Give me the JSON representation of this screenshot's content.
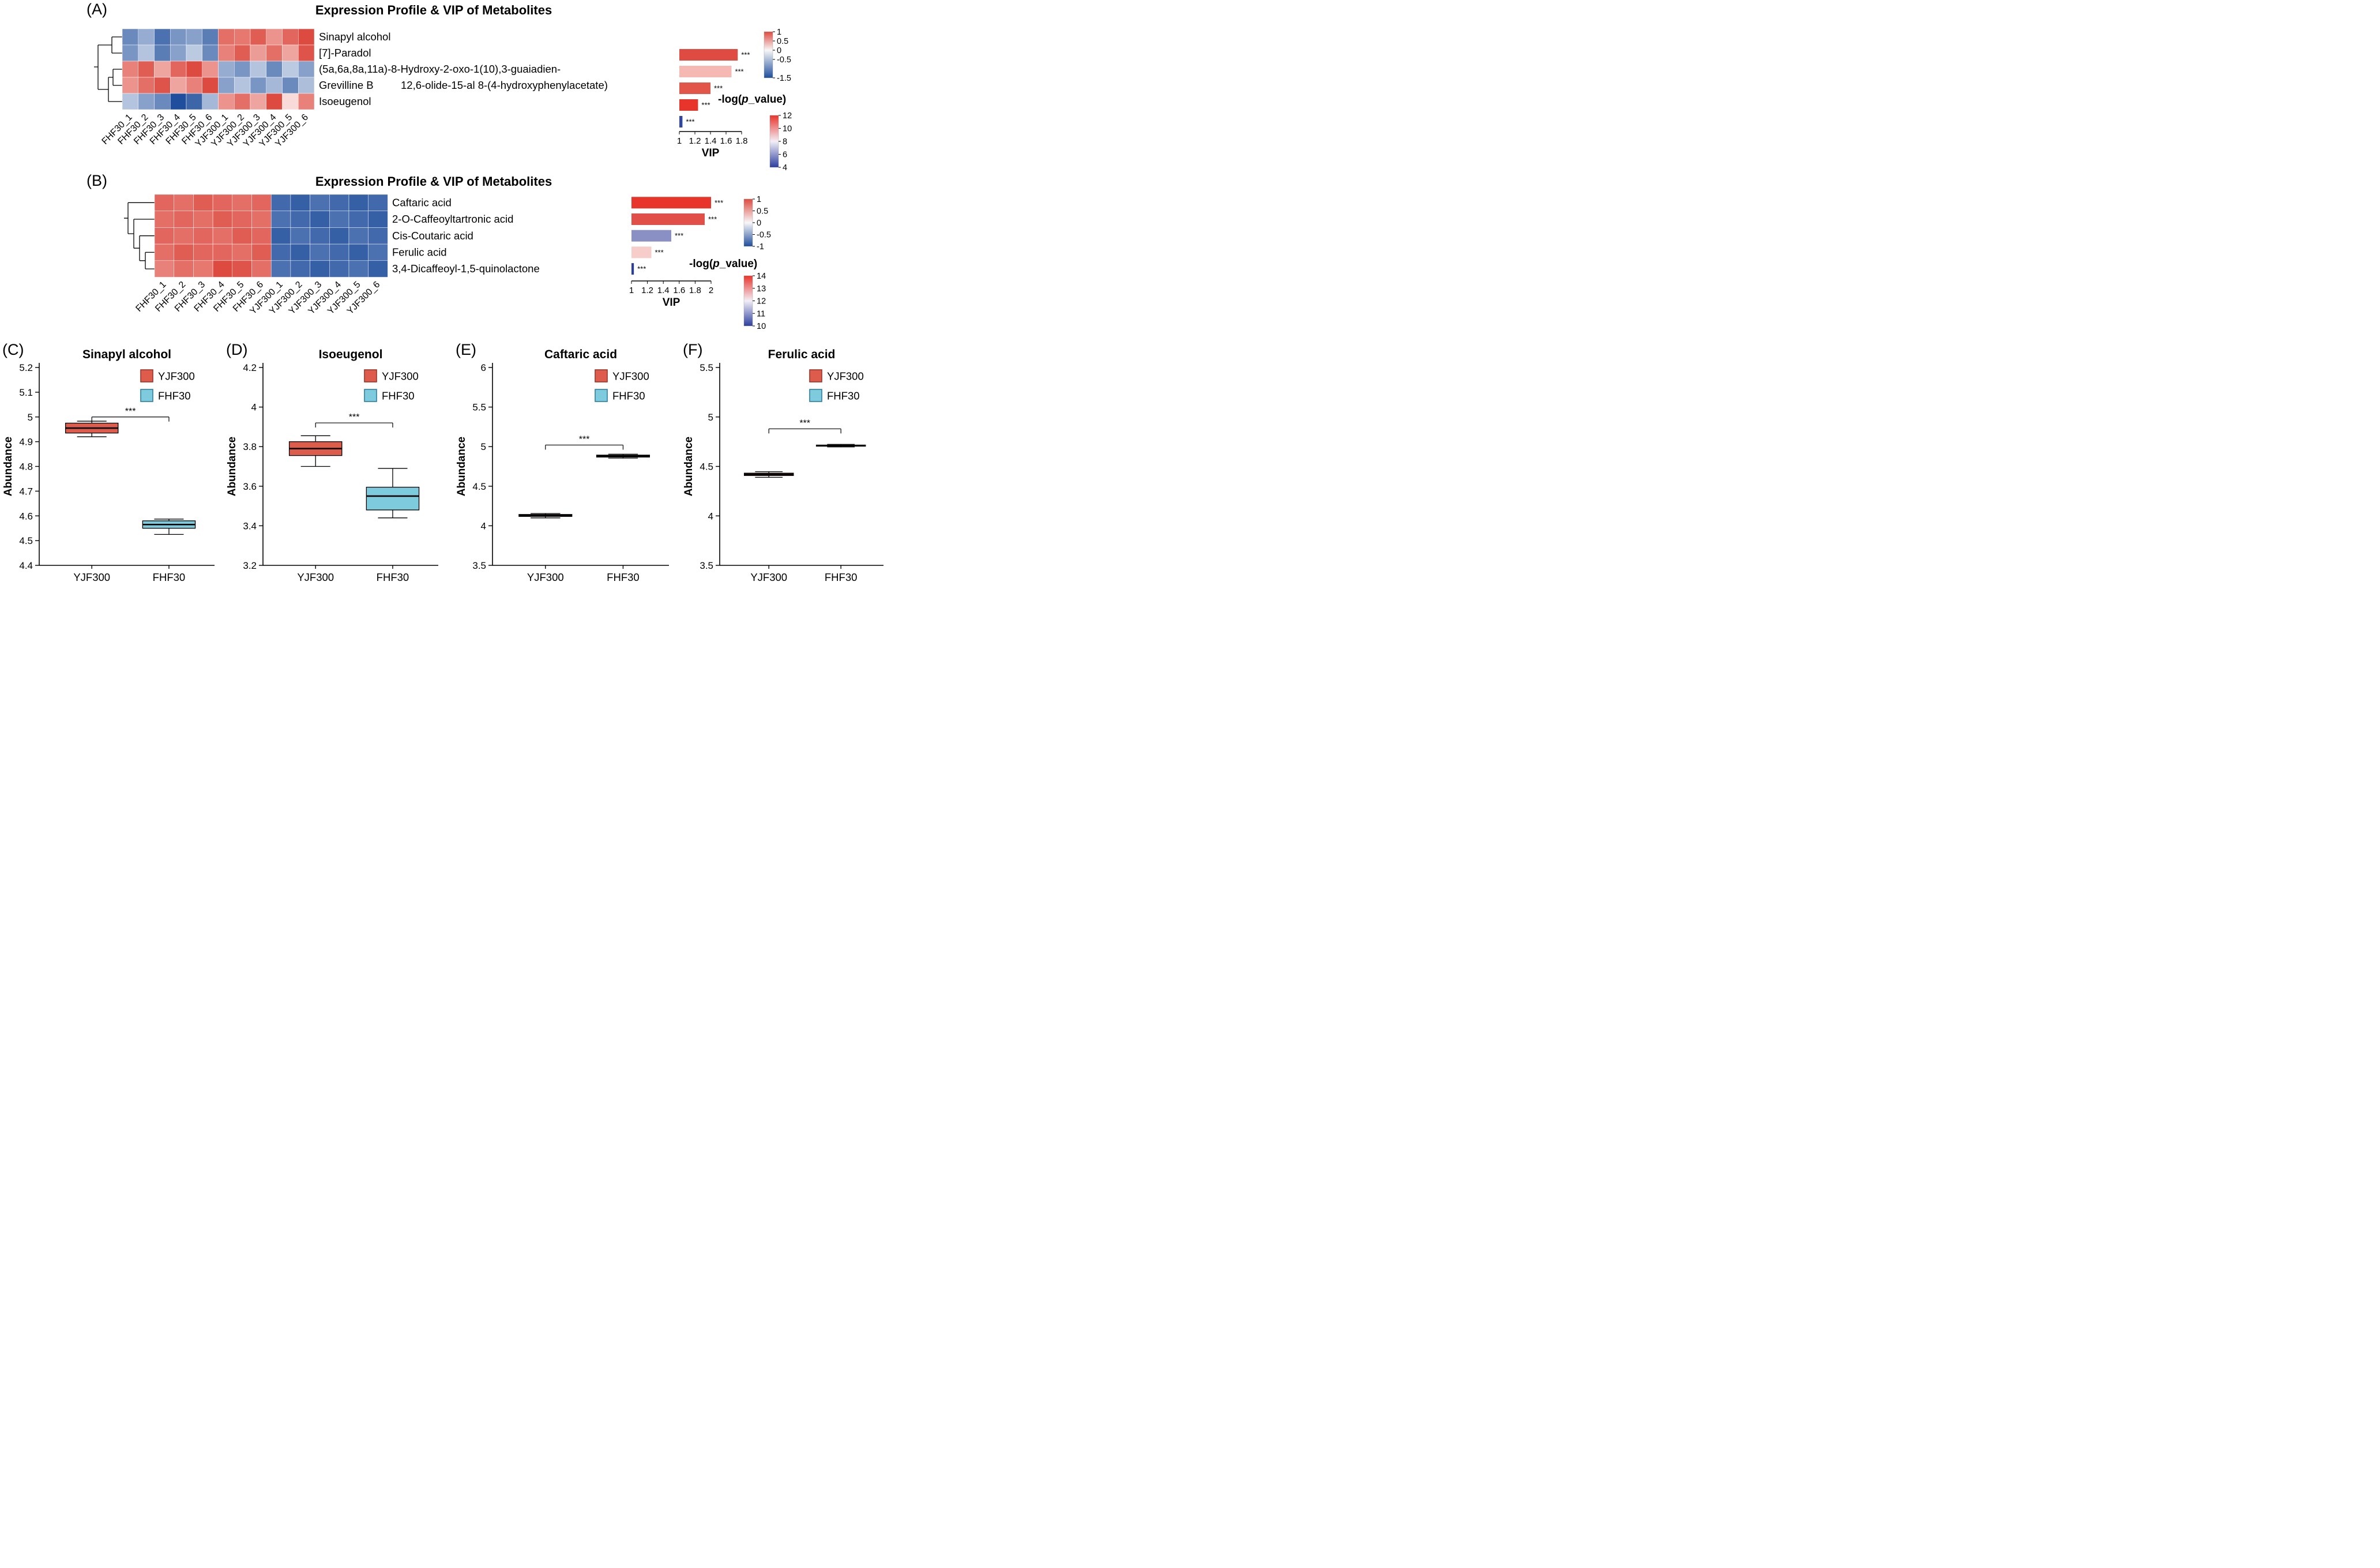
{
  "chart_data": [
    {
      "type": "heatmap",
      "panel": "A",
      "panel_label": "(A)",
      "title": "Expression Profile & VIP of Metabolites",
      "rows": [
        "Sinapyl alcohol",
        "[7]-Paradol",
        "(5a,6a,8a,11a)-8-Hydroxy-2-oxo-1(10),3-guaiadien-",
        "Grevilline B",
        "Isoeugenol"
      ],
      "row_note": "12,6-olide-15-al 8-(4-hydroxyphenylacetate)",
      "columns": [
        "FHF30_1",
        "FHF30_2",
        "FHF30_3",
        "FHF30_4",
        "FHF30_5",
        "FHF30_6",
        "YJF300_1",
        "YJF300_2",
        "YJF300_3",
        "YJF300_4",
        "YJF300_5",
        "YJF300_6"
      ],
      "values": [
        [
          -1.0,
          -0.7,
          -1.2,
          -0.9,
          -0.8,
          -1.1,
          0.8,
          0.75,
          0.9,
          0.6,
          0.85,
          1.0
        ],
        [
          -0.9,
          -0.5,
          -1.1,
          -0.8,
          -0.45,
          -1.0,
          0.7,
          0.9,
          0.55,
          0.8,
          0.5,
          0.95
        ],
        [
          0.7,
          0.9,
          0.5,
          0.85,
          1.0,
          0.6,
          -0.7,
          -0.9,
          -0.5,
          -1.0,
          -0.45,
          -0.8
        ],
        [
          0.6,
          0.8,
          0.95,
          0.5,
          0.7,
          1.0,
          -0.8,
          -0.5,
          -0.9,
          -0.6,
          -1.0,
          -0.55
        ],
        [
          -0.5,
          -0.8,
          -1.0,
          -1.5,
          -1.3,
          -0.6,
          0.6,
          0.8,
          0.5,
          1.0,
          0.2,
          0.7
        ]
      ],
      "scale": {
        "max": 1,
        "min": -1.5,
        "ticks": [
          "1",
          "0.5",
          "0",
          "-0.5",
          "-1.5"
        ],
        "tick_values": [
          1,
          0.5,
          0,
          -0.5,
          -1.5
        ]
      },
      "vip": {
        "xlabel": "VIP",
        "sig": "***",
        "ticks": [
          "1",
          "1.2",
          "1.4",
          "1.6",
          "1.8"
        ],
        "tick_values": [
          1,
          1.2,
          1.4,
          1.6,
          1.8
        ],
        "bars": [
          {
            "value": 1.75,
            "color": "#e04b41"
          },
          {
            "value": 1.67,
            "color": "#f5b8b2"
          },
          {
            "value": 1.4,
            "color": "#e25549"
          },
          {
            "value": 1.24,
            "color": "#e8352b"
          },
          {
            "value": 1.04,
            "color": "#31479e"
          }
        ],
        "pvalue_label": "-log(p_value)",
        "pvalue_ticks": [
          "12",
          "10",
          "8",
          "6",
          "4"
        ]
      }
    },
    {
      "type": "heatmap",
      "panel": "B",
      "panel_label": "(B)",
      "title": "Expression Profile & VIP of Metabolites",
      "rows": [
        "Caftaric acid",
        "2-O-Caffeoyltartronic acid",
        "Cis-Coutaric acid",
        "Ferulic acid",
        "3,4-Dicaffeoyl-1,5-quinolactone"
      ],
      "columns": [
        "FHF30_1",
        "FHF30_2",
        "FHF30_3",
        "FHF30_4",
        "FHF30_5",
        "FHF30_6",
        "YJF300_1",
        "YJF300_2",
        "YJF300_3",
        "YJF300_4",
        "YJF300_5",
        "YJF300_6"
      ],
      "values": [
        [
          0.85,
          0.8,
          0.9,
          0.85,
          0.8,
          0.85,
          -0.85,
          -0.9,
          -0.8,
          -0.85,
          -0.9,
          -0.85
        ],
        [
          0.8,
          0.85,
          0.8,
          0.9,
          0.85,
          0.8,
          -0.8,
          -0.85,
          -0.9,
          -0.8,
          -0.85,
          -0.9
        ],
        [
          0.85,
          0.8,
          0.85,
          0.8,
          0.9,
          0.85,
          -0.9,
          -0.8,
          -0.85,
          -0.9,
          -0.8,
          -0.85
        ],
        [
          0.8,
          0.9,
          0.85,
          0.85,
          0.8,
          0.9,
          -0.85,
          -0.9,
          -0.8,
          -0.85,
          -0.9,
          -0.8
        ],
        [
          0.7,
          0.8,
          0.75,
          1.0,
          0.95,
          0.8,
          -0.8,
          -0.85,
          -0.9,
          -0.85,
          -0.8,
          -0.9
        ]
      ],
      "scale": {
        "max": 1,
        "min": -1,
        "ticks": [
          "1",
          "0.5",
          "0",
          "-0.5",
          "-1"
        ],
        "tick_values": [
          1,
          0.5,
          0,
          -0.5,
          -1
        ]
      },
      "vip": {
        "xlabel": "VIP",
        "sig": "***",
        "ticks": [
          "1",
          "1.2",
          "1.4",
          "1.6",
          "1.8",
          "2"
        ],
        "tick_values": [
          1,
          1.2,
          1.4,
          1.6,
          1.8,
          2
        ],
        "bars": [
          {
            "value": 2.0,
            "color": "#e8352b"
          },
          {
            "value": 1.92,
            "color": "#e05048"
          },
          {
            "value": 1.5,
            "color": "#8b90c4"
          },
          {
            "value": 1.25,
            "color": "#f7cdc9"
          },
          {
            "value": 1.03,
            "color": "#2d3f9e"
          }
        ],
        "pvalue_label": "-log(p_value)",
        "pvalue_ticks": [
          "14",
          "13",
          "12",
          "11",
          "10"
        ]
      }
    },
    {
      "type": "box",
      "panel_label": "(C)",
      "title": "Sinapyl alcohol",
      "ylabel": "Abundance",
      "ylim": [
        4.4,
        5.2
      ],
      "yticks": [
        4.4,
        4.5,
        4.6,
        4.7,
        4.8,
        4.9,
        5,
        5.1,
        5.2
      ],
      "ytick_labels": [
        "4.4",
        "4.5",
        "4.6",
        "4.7",
        "4.8",
        "4.9",
        "5",
        "5.1",
        "5.2"
      ],
      "categories": [
        "YJF300",
        "FHF30"
      ],
      "groups": [
        {
          "name": "YJF300",
          "color": "#dd5c4c",
          "whisker_low": 4.92,
          "q1": 4.935,
          "median": 4.955,
          "q3": 4.975,
          "whisker_high": 4.983
        },
        {
          "name": "FHF30",
          "color": "#7ecbdd",
          "whisker_low": 4.525,
          "q1": 4.55,
          "median": 4.565,
          "q3": 4.58,
          "whisker_high": 4.587
        }
      ],
      "sig": "***",
      "sig_y": 5.0
    },
    {
      "type": "box",
      "panel_label": "(D)",
      "title": "Isoeugenol",
      "ylabel": "Abundance",
      "ylim": [
        3.2,
        4.2
      ],
      "yticks": [
        3.2,
        3.4,
        3.6,
        3.8,
        4,
        4.2
      ],
      "ytick_labels": [
        "3.2",
        "3.4",
        "3.6",
        "3.8",
        "4",
        "4.2"
      ],
      "categories": [
        "YJF300",
        "FHF30"
      ],
      "groups": [
        {
          "name": "YJF300",
          "color": "#dd5c4c",
          "whisker_low": 3.7,
          "q1": 3.755,
          "median": 3.79,
          "q3": 3.825,
          "whisker_high": 3.855
        },
        {
          "name": "FHF30",
          "color": "#7ecbdd",
          "whisker_low": 3.44,
          "q1": 3.48,
          "median": 3.55,
          "q3": 3.595,
          "whisker_high": 3.69
        }
      ],
      "sig": "***",
      "sig_y": 3.92
    },
    {
      "type": "box",
      "panel_label": "(E)",
      "title": "Caftaric acid",
      "ylabel": "Abundance",
      "ylim": [
        3.5,
        6
      ],
      "yticks": [
        3.5,
        4,
        4.5,
        5,
        5.5,
        6
      ],
      "ytick_labels": [
        "3.5",
        "4",
        "4.5",
        "5",
        "5.5",
        "6"
      ],
      "categories": [
        "YJF300",
        "FHF30"
      ],
      "groups": [
        {
          "name": "YJF300",
          "color": "#dd5c4c",
          "whisker_low": 4.1,
          "q1": 4.118,
          "median": 4.13,
          "q3": 4.143,
          "whisker_high": 4.155
        },
        {
          "name": "FHF30",
          "color": "#7ecbdd",
          "whisker_low": 4.855,
          "q1": 4.868,
          "median": 4.88,
          "q3": 4.893,
          "whisker_high": 4.905
        }
      ],
      "sig": "***",
      "sig_y": 5.02
    },
    {
      "type": "box",
      "panel_label": "(F)",
      "title": "Ferulic acid",
      "ylabel": "Abundance",
      "ylim": [
        3.5,
        5.5
      ],
      "yticks": [
        3.5,
        4,
        4.5,
        5,
        5.5
      ],
      "ytick_labels": [
        "3.5",
        "4",
        "4.5",
        "5",
        "5.5"
      ],
      "categories": [
        "YJF300",
        "FHF30"
      ],
      "groups": [
        {
          "name": "YJF300",
          "color": "#dd5c4c",
          "whisker_low": 4.39,
          "q1": 4.408,
          "median": 4.42,
          "q3": 4.432,
          "whisker_high": 4.447
        },
        {
          "name": "FHF30",
          "color": "#7ecbdd",
          "whisker_low": 4.697,
          "q1": 4.705,
          "median": 4.71,
          "q3": 4.716,
          "whisker_high": 4.723
        }
      ],
      "sig": "***",
      "sig_y": 4.88
    }
  ],
  "legend": {
    "items": [
      {
        "label": "YJF300",
        "color": "#dd5c4c",
        "border": "#9c352b"
      },
      {
        "label": "FHF30",
        "color": "#7ecbdd",
        "border": "#2f7f9e"
      }
    ]
  },
  "colors": {
    "heat_red": "#dd4b40",
    "heat_blue": "#1f4e9c",
    "plog_red": "#e8352b",
    "plog_blue": "#2d3f9e",
    "star_red": "#e8251f"
  }
}
